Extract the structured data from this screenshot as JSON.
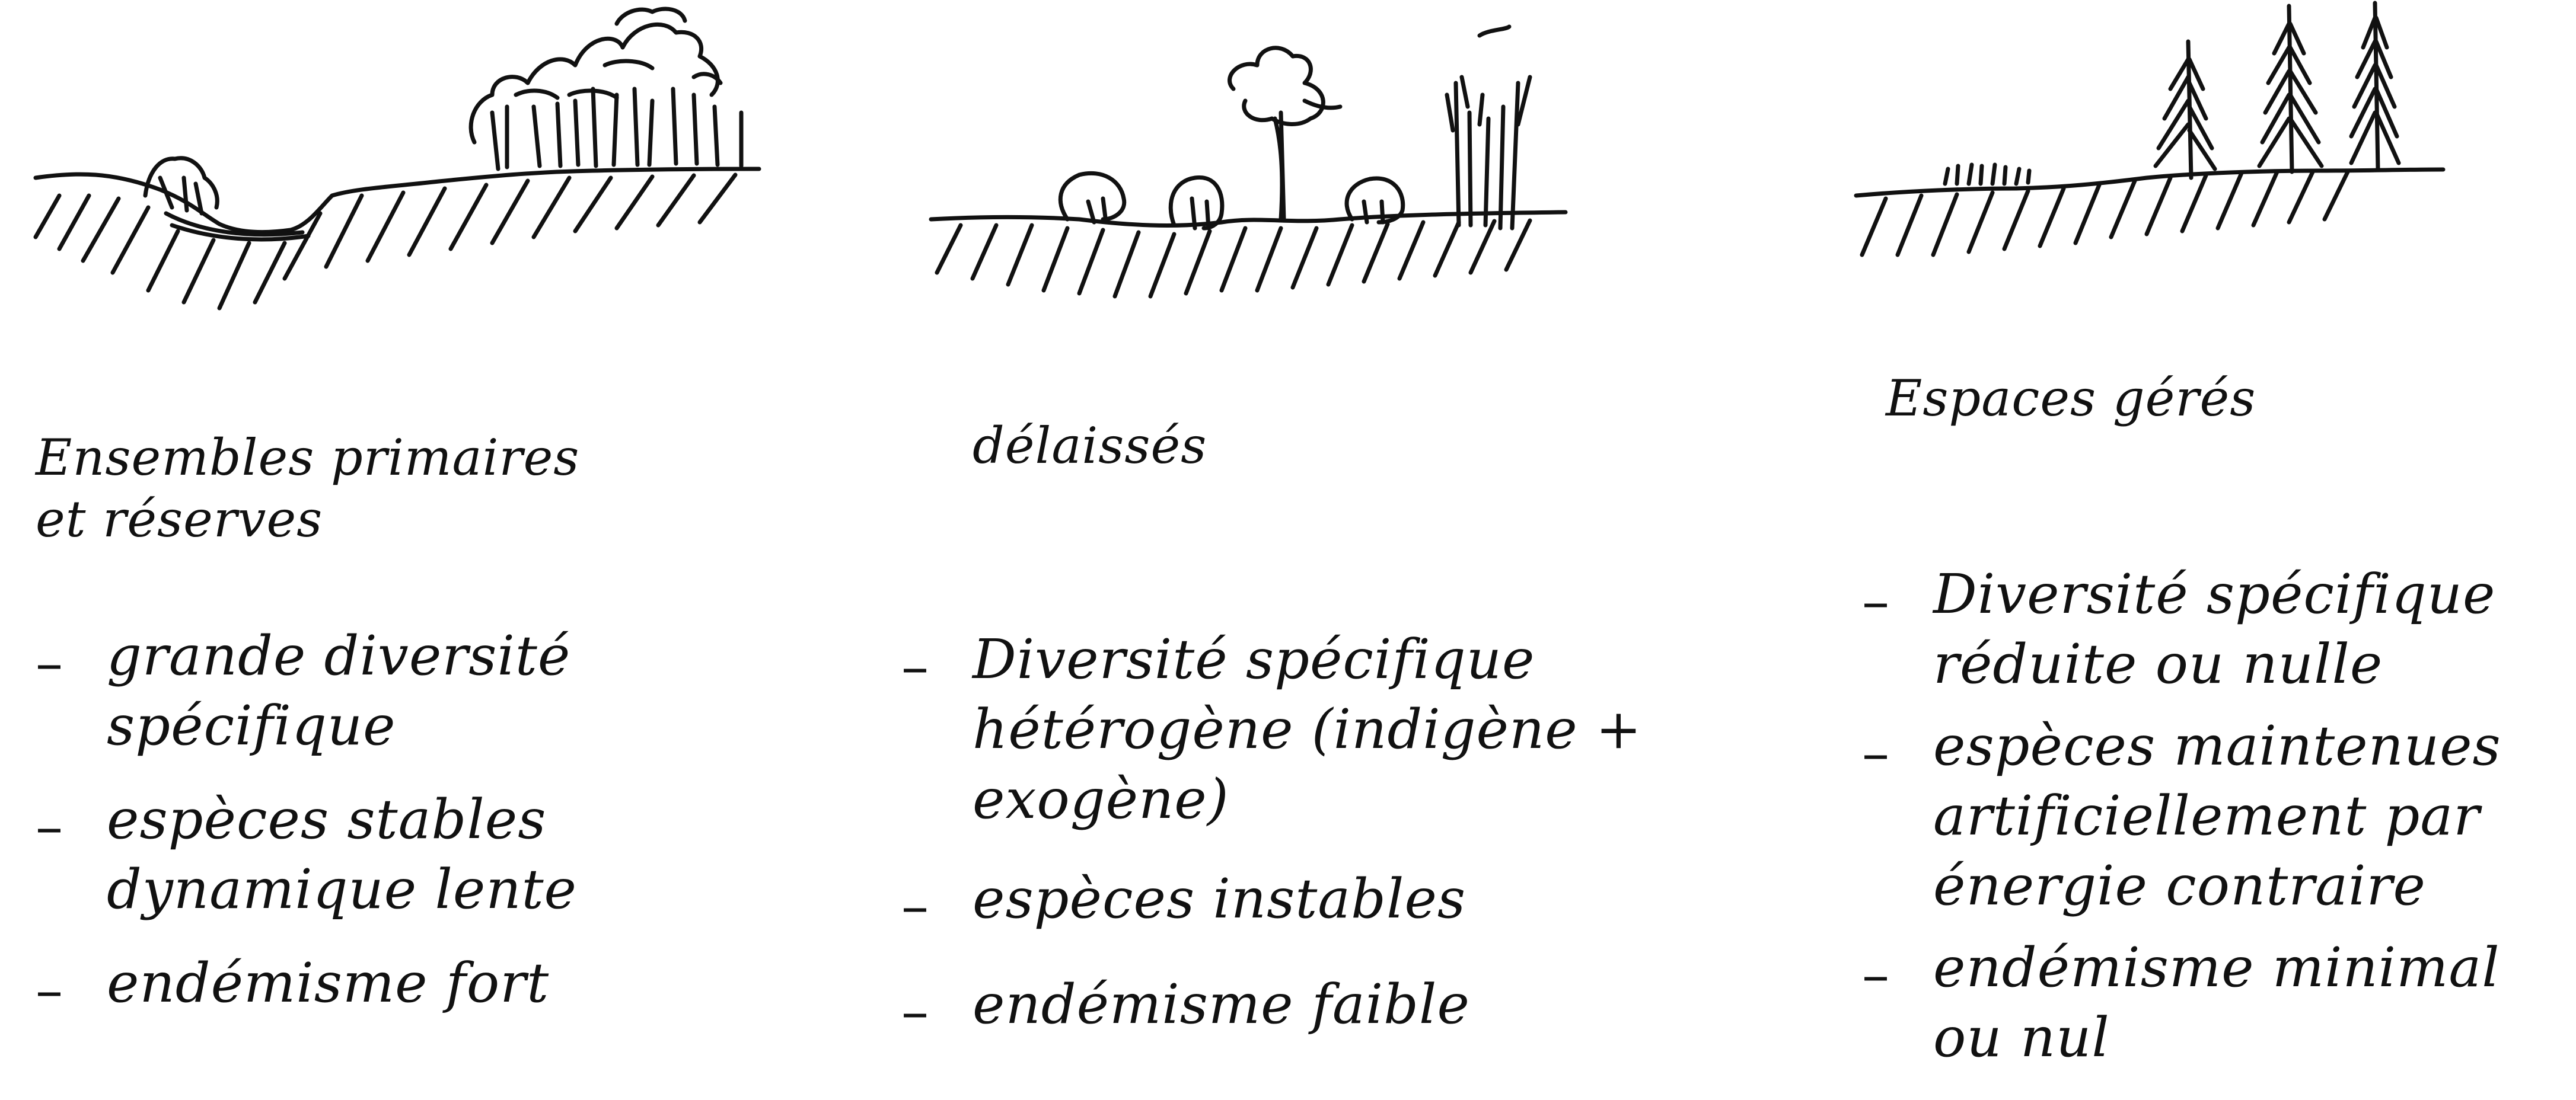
{
  "columns": [
    {
      "id": "primary",
      "title_lines": [
        "Ensembles primaires",
        "et réserves"
      ],
      "items": [
        [
          "grande diversité",
          "spécifique"
        ],
        [
          "espèces stables",
          "dynamique lente"
        ],
        [
          "endémisme fort"
        ]
      ]
    },
    {
      "id": "delaisses",
      "title_lines": [
        "délaissés"
      ],
      "items": [
        [
          "Diversité spécifique",
          "hétérogène (indigène + exogène)"
        ],
        [
          "espèces instables"
        ],
        [
          "endémisme faible"
        ]
      ]
    },
    {
      "id": "managed",
      "title_lines": [
        "Espaces gérés"
      ],
      "items": [
        [
          "Diversité spécifique",
          "réduite ou nulle"
        ],
        [
          "espèces maintenues",
          "artificiellement par",
          "énergie contraire"
        ],
        [
          "endémisme minimal",
          "ou nul"
        ]
      ]
    }
  ],
  "colors": {
    "ink": "#111111",
    "paper": "#ffffff"
  }
}
